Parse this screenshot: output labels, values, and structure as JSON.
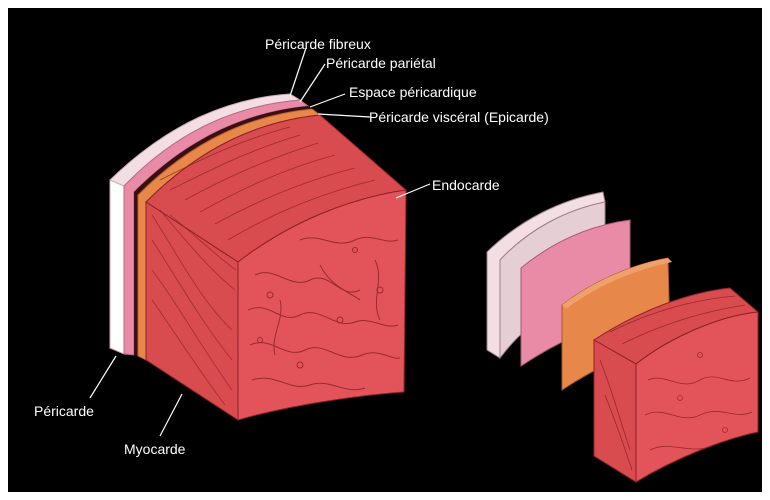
{
  "labels": {
    "pericarde_fibreux": "Péricarde fibreux",
    "pericarde_parietal": "Péricarde pariétal",
    "espace_pericardique": "Espace péricardique",
    "pericarde_visceral": "Péricarde viscéral (Epicarde)",
    "endocarde": "Endocarde",
    "pericarde": "Péricarde",
    "myocarde": "Myocarde"
  },
  "colors": {
    "background": "#000000",
    "fibrous_pericardium": "#f3dfe3",
    "parietal_pericardium": "#e98aa7",
    "epicardium": "#e8874a",
    "myocardium": "#d84b4e",
    "myocardium_dark": "#b8353a",
    "endocardium_cut": "#e3545a",
    "label_text": "#ffffff"
  }
}
